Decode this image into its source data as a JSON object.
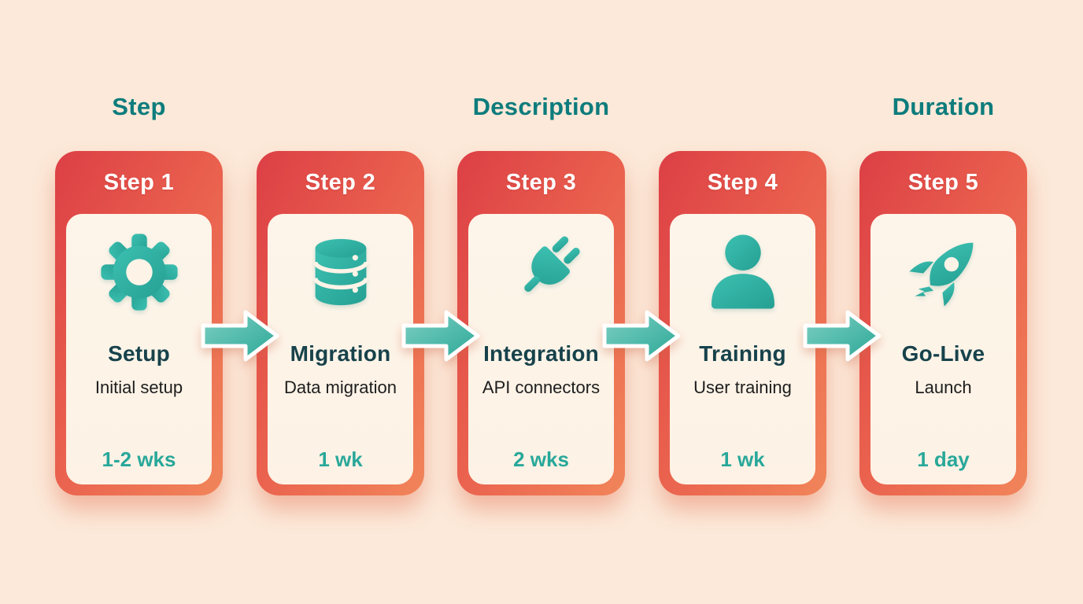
{
  "colors": {
    "background": "#fce9d9",
    "column_header_teal": "#0d7c7c",
    "card_gradient_start": "#dc3f45",
    "card_gradient_end": "#f1855a",
    "panel_cream": "#fdf3e7",
    "icon_teal": "#31b2a3",
    "title_dark_teal": "#17424b",
    "description_text": "#1d1d1d",
    "duration_teal": "#28a89a",
    "arrow_teal": "#3fb5a7"
  },
  "column_headers": [
    {
      "label": "Step"
    },
    {
      "label": "Description"
    },
    {
      "label": "Duration"
    }
  ],
  "steps": [
    {
      "step_label": "Step 1",
      "icon": "gear-icon",
      "title": "Setup",
      "description": "Initial setup",
      "duration": "1-2 wks"
    },
    {
      "step_label": "Step 2",
      "icon": "database-icon",
      "title": "Migration",
      "description": "Data migration",
      "duration": "1 wk"
    },
    {
      "step_label": "Step 3",
      "icon": "plug-icon",
      "title": "Integration",
      "description": "API connectors",
      "duration": "2 wks"
    },
    {
      "step_label": "Step 4",
      "icon": "user-icon",
      "title": "Training",
      "description": "User training",
      "duration": "1 wk"
    },
    {
      "step_label": "Step 5",
      "icon": "rocket-icon",
      "title": "Go-Live",
      "description": "Launch",
      "duration": "1 day"
    }
  ]
}
